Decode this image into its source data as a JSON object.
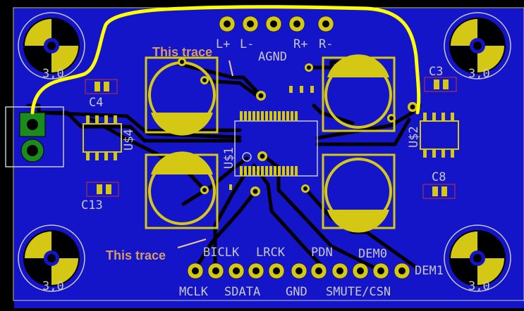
{
  "colors": {
    "board": "#1414c8",
    "trace": "#000000",
    "pad": "#d4c814",
    "silk": "#c8c8c8",
    "highlight": "#ffff00",
    "annotation": "#d49a6a",
    "arrow": "#f0c8a0"
  },
  "header_top": {
    "pins": [
      "L+",
      "L-",
      "AGND",
      "R+",
      "R-"
    ],
    "agnd": "AGND",
    "l_plus": "L+",
    "l_minus": "L-",
    "r_plus": "R+",
    "r_minus": "R-"
  },
  "header_bottom": {
    "top_labels": {
      "biclk": "BICLK",
      "lrck": "LRCK",
      "pdn": "PDN",
      "demo": "DEM0",
      "dem1": "DEM1"
    },
    "bottom_labels": {
      "mclk": "MCLK",
      "sdata": "SDATA",
      "gnd": "GND",
      "smute": "SMUTE/CSN"
    }
  },
  "components": {
    "c3": "C3",
    "c4": "C4",
    "c8": "C8",
    "c13": "C13",
    "us1": "U$1",
    "us2": "U$2",
    "us4": "U$4",
    "hole_value": "3,0"
  },
  "annotations": {
    "top": "This trace",
    "bottom": "This trace"
  }
}
